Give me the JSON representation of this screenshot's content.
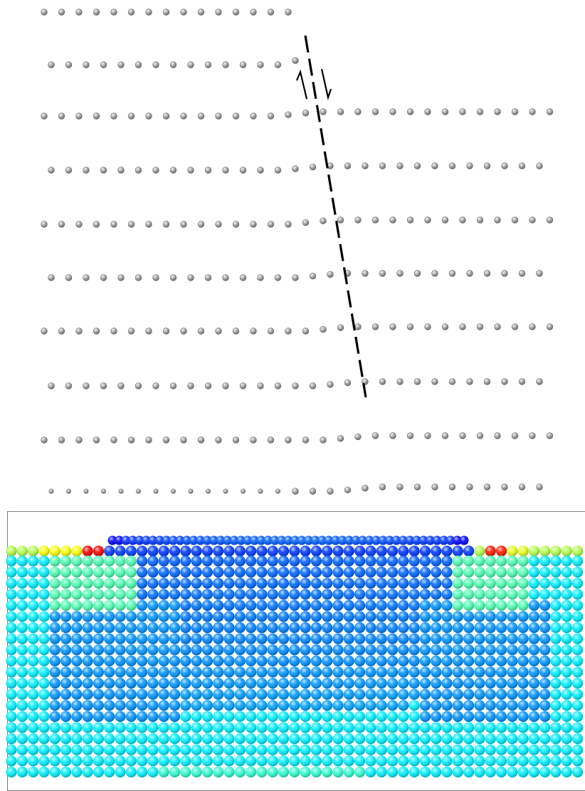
{
  "figure": {
    "top_panel": {
      "atom_rows": 10,
      "atom_color": "#a7a7a7",
      "atom_stroke": "#6f6f6f",
      "slip_line": {
        "color": "#000000",
        "style": "dashed"
      },
      "shear_arrows": [
        "up-left",
        "down-right"
      ]
    },
    "bottom_panel": {
      "colormap": "jet",
      "frame_color": "#7a7a7a",
      "surface_feature": "indent"
    }
  }
}
